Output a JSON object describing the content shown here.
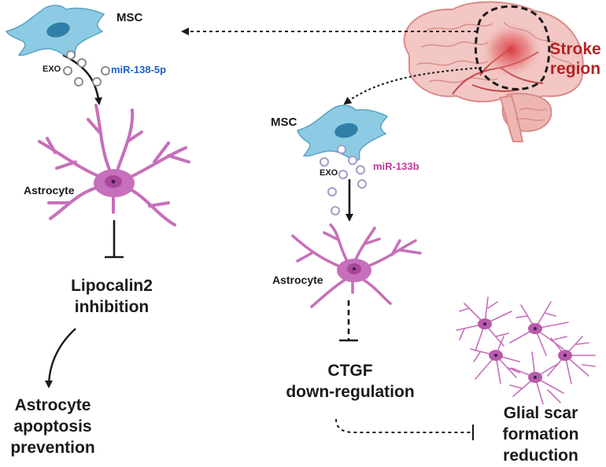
{
  "labels": {
    "msc_left": "MSC",
    "exo_left": "EXO",
    "mirna_left": "miR-138-5p",
    "astrocyte_left": "Astrocyte",
    "lipocalin_line1": "Lipocalin2",
    "lipocalin_line2": "inhibition",
    "apoptosis_line1": "Astrocyte",
    "apoptosis_line2": "apoptosis",
    "apoptosis_line3": "prevention",
    "stroke_line1": "Stroke",
    "stroke_line2": "region",
    "msc_right": "MSC",
    "exo_right": "EXO",
    "mirna_right": "miR-133b",
    "astrocyte_right": "Astrocyte",
    "ctgf_line1": "CTGF",
    "ctgf_line2": "down-regulation",
    "glial_line1": "Glial scar",
    "glial_line2": "formation",
    "glial_line3": "reduction"
  },
  "colors": {
    "msc_fill": "#8ccbe3",
    "msc_nucleus": "#2f7fa8",
    "astrocyte_fill": "#c66fba",
    "astrocyte_soma": "#a8479c",
    "astrocyte_nucleus": "#3b1d4d",
    "brain_fill": "#f2c7c4",
    "brain_outline": "#d98c8a",
    "stroke_core": "#d7343a",
    "mirna_left": "#1e63c9",
    "mirna_right": "#c2399a",
    "stroke_text": "#b22424"
  }
}
